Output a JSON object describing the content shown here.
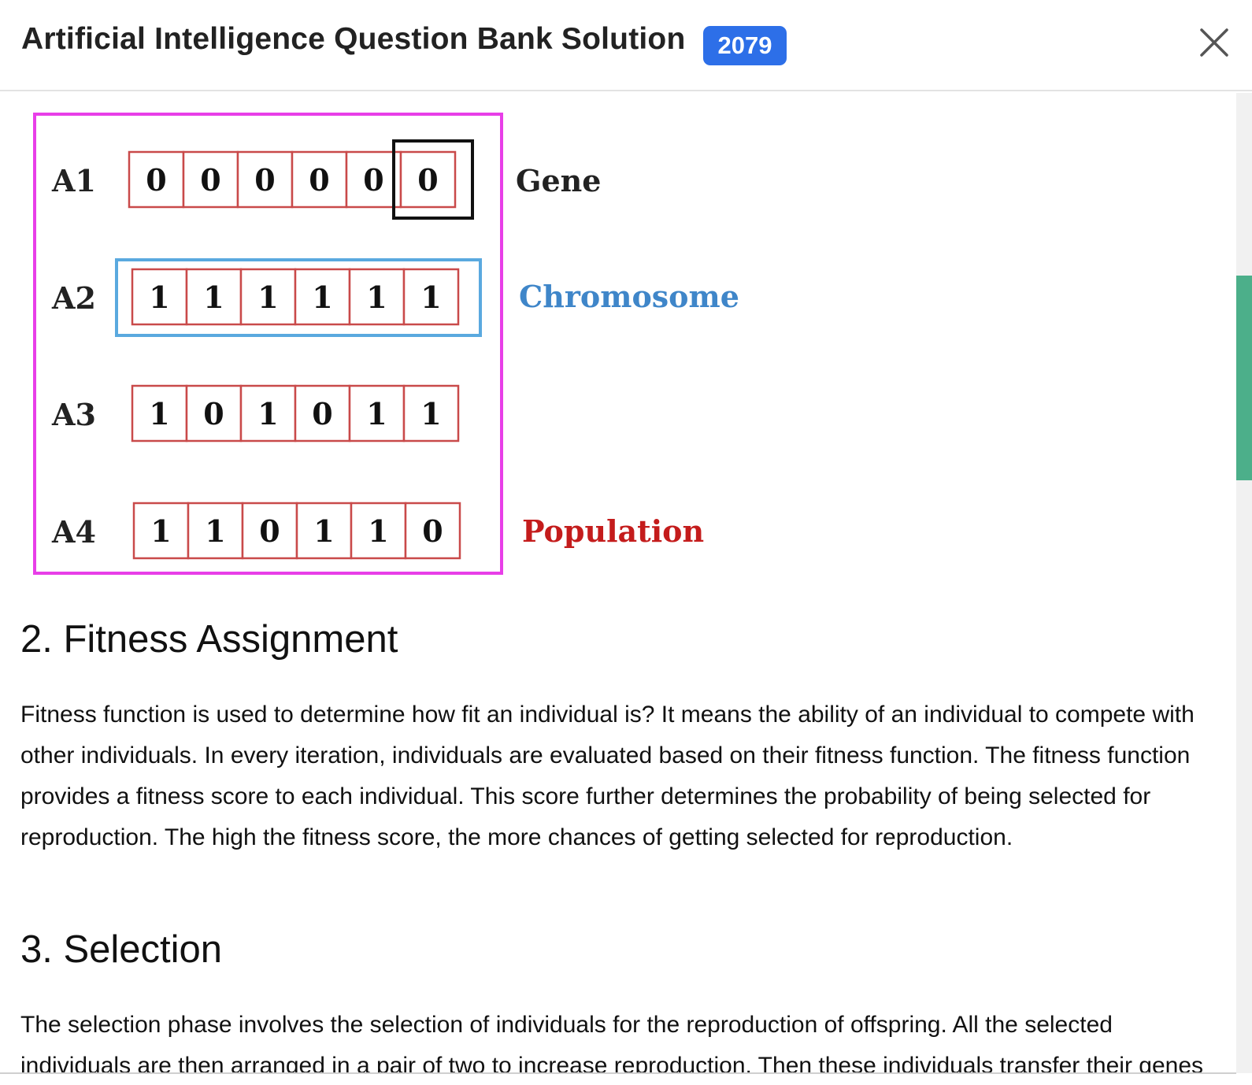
{
  "modal": {
    "title": "Artificial Intelligence Question Bank Solution",
    "badge": "2079",
    "close_icon": "close-icon"
  },
  "figure": {
    "rows": [
      {
        "label": "A1",
        "bits": [
          "0",
          "0",
          "0",
          "0",
          "0",
          "0"
        ]
      },
      {
        "label": "A2",
        "bits": [
          "1",
          "1",
          "1",
          "1",
          "1",
          "1"
        ]
      },
      {
        "label": "A3",
        "bits": [
          "1",
          "0",
          "1",
          "0",
          "1",
          "1"
        ]
      },
      {
        "label": "A4",
        "bits": [
          "1",
          "1",
          "0",
          "1",
          "1",
          "0"
        ]
      }
    ],
    "annotations": {
      "gene": "Gene",
      "chromosome": "Chromosome",
      "population": "Population"
    },
    "colors": {
      "population_border": "#e83ee8",
      "chromosome_border": "#5aa9df",
      "gene_border": "#111111",
      "cell_border": "#c94a4a",
      "chromosome_text": "#3f86c9",
      "population_text": "#c41c1c"
    }
  },
  "sections": [
    {
      "heading": "2. Fitness Assignment",
      "body": "Fitness function is used to determine how fit an individual is? It means the ability of an individual to compete with other individuals. In every iteration, individuals are evaluated based on their fitness function. The fitness function provides a fitness score to each individual. This score further determines the probability of being selected for reproduction. The high the fitness score, the more chances of getting selected for reproduction."
    },
    {
      "heading": "3. Selection",
      "body": "The selection phase involves the selection of individuals for the reproduction of offspring. All the selected individuals are then arranged in a pair of two to increase reproduction. Then these individuals transfer their genes to the next generation."
    }
  ],
  "scrollbar": {
    "position": 0.24
  }
}
